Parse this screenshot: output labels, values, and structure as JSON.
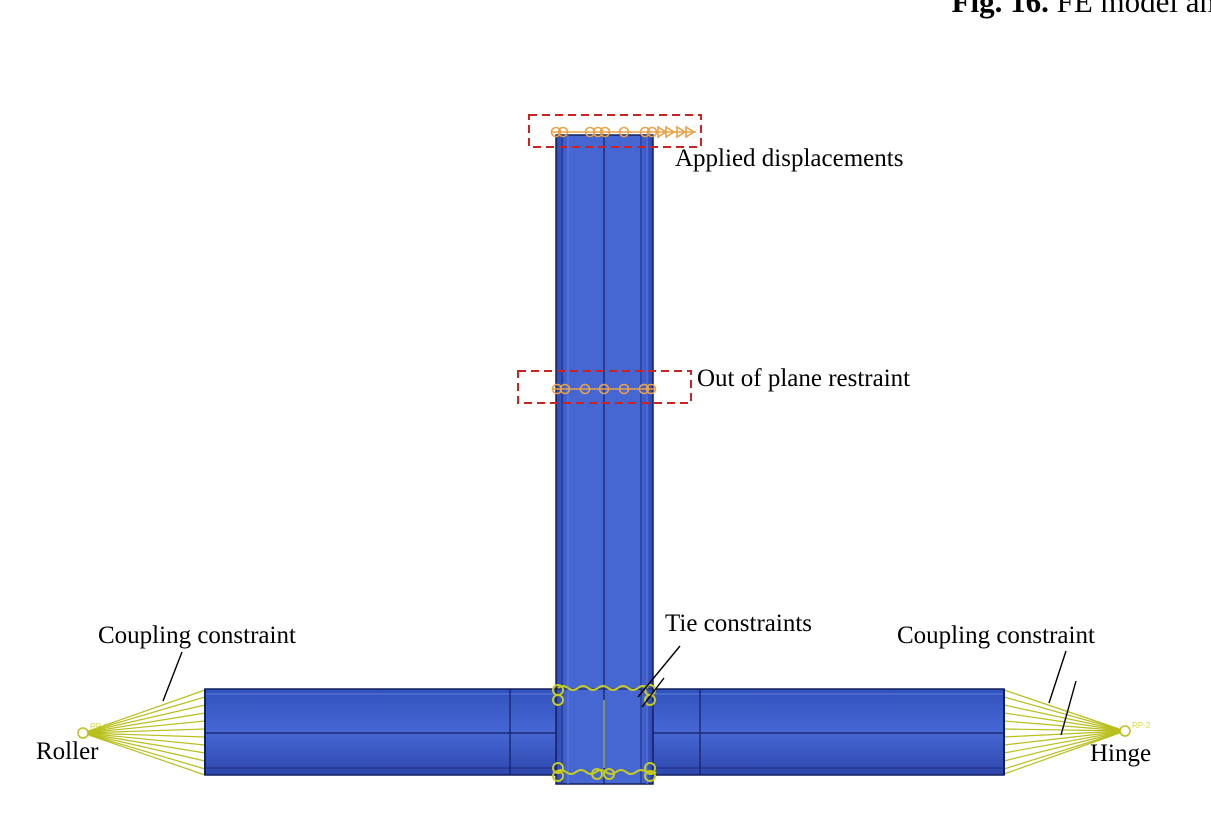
{
  "caption": {
    "prefix": "Fig. 16.",
    "text": " FE model an"
  },
  "labels": {
    "applied_displacements": "Applied displacements",
    "out_of_plane_restraint": "Out of plane restraint",
    "tie_constraints": "Tie constraints",
    "coupling_left": "Coupling constraint",
    "coupling_right": "Coupling constraint",
    "roller": "Roller",
    "hinge": "Hinge",
    "rp_left": "RP-1",
    "rp_right": "RP-2"
  },
  "colors": {
    "member": "#3f5ec9",
    "member_dark": "#2c45a6",
    "edge": "#13205e",
    "coupling": "#b9bf1c",
    "load_marker": "#e8a24a",
    "highlight_box": "#cc2222"
  }
}
